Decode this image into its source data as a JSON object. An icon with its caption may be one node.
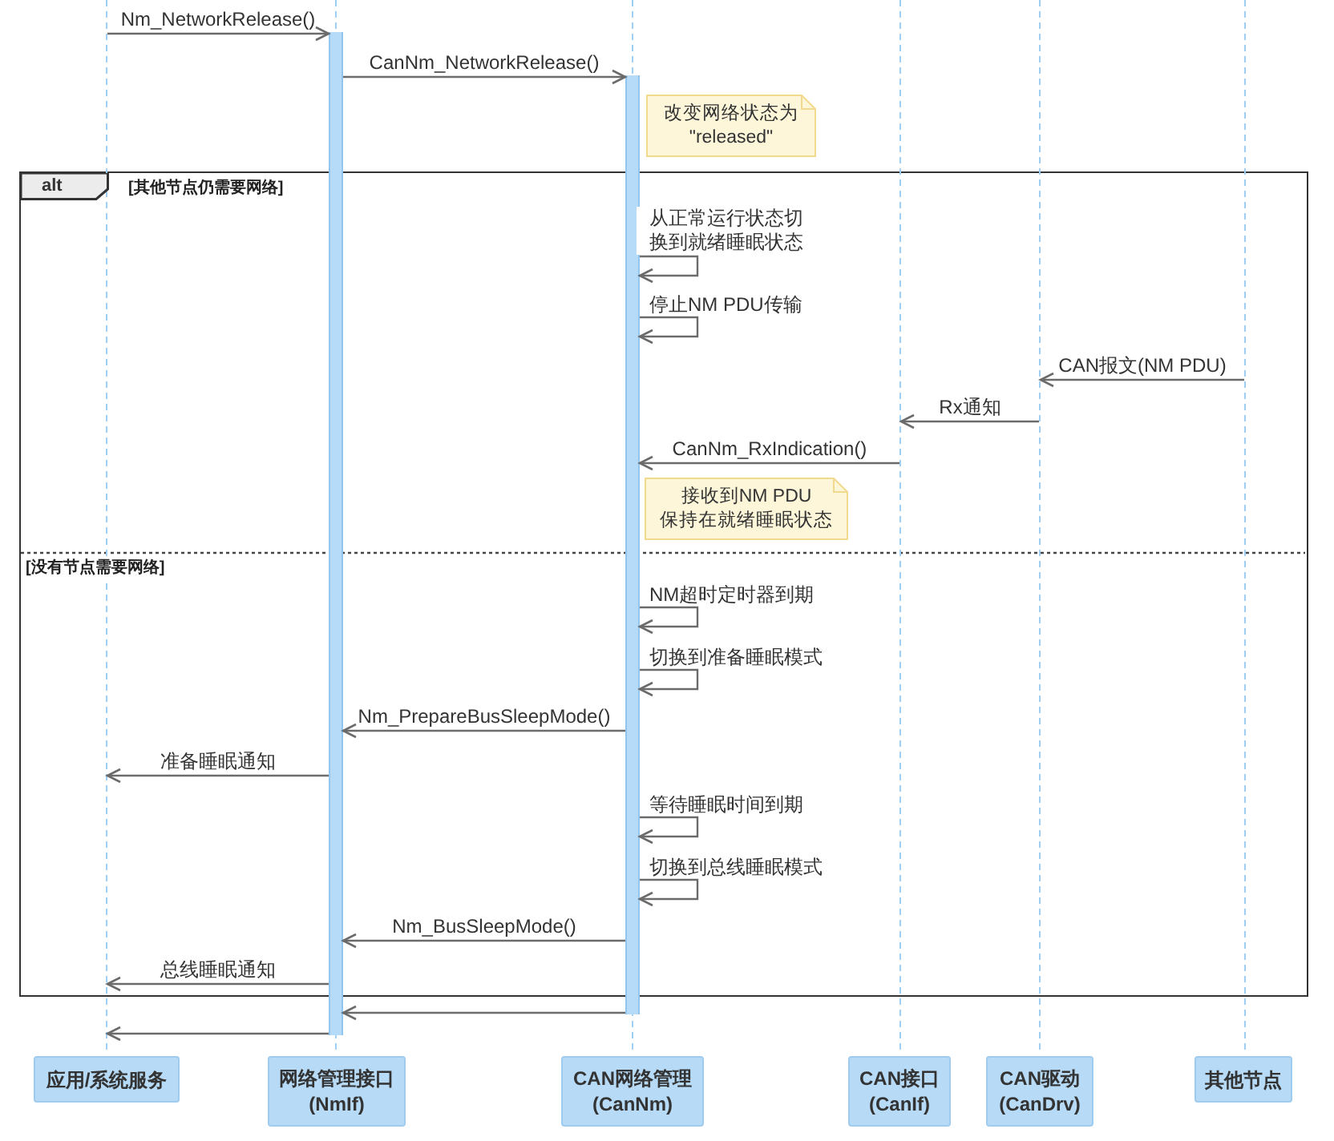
{
  "diagram": {
    "nodes": [
      {
        "text": [],
        "shape": "line"
      },
      {
        "text": [],
        "shape": "bar"
      },
      {
        "text": [],
        "shape": "bar"
      },
      {
        "text": [],
        "shape": "line"
      },
      {
        "text": [],
        "shape": "line"
      },
      {
        "text": [],
        "shape": "line"
      },
      {
        "text": [
          "改变网络状态为 \"released\""
        ]
      },
      {
        "text": [
          "alt",
          "[其他节点仍需要网络]",
          "[没有节点需要网络]"
        ]
      },
      {
        "text": [
          "接收到NM PDU 保持在就绪睡眠状态"
        ],
        "in": 7
      },
      {
        "text": [
          "应用/系统服务"
        ]
      },
      {
        "text": [
          "网络管理接口 (NmIf)"
        ]
      },
      {
        "text": [
          "CAN网络管理 (CanNm)"
        ]
      },
      {
        "text": [
          "CAN接口 (CanIf)"
        ]
      },
      {
        "text": [
          "CAN驱动 (CanDrv)"
        ]
      },
      {
        "text": [
          "其他节点"
        ]
      }
    ],
    "edges": [
      {
        "from": 0,
        "to": 1,
        "label": "Nm_NetworkRelease()",
        "arrow": "to"
      },
      {
        "from": 1,
        "to": 2,
        "label": "CanNm_NetworkRelease()",
        "arrow": "to"
      },
      {
        "from": 2,
        "to": 2,
        "label": "从正常运行状态切换到就绪睡眠状态",
        "arrow": "to"
      },
      {
        "from": 2,
        "to": 2,
        "label": "停止NM PDU传输",
        "arrow": "to"
      },
      {
        "from": 5,
        "to": 4,
        "label": "CAN报文(NM PDU)",
        "arrow": "to"
      },
      {
        "from": 4,
        "to": 3,
        "label": "Rx通知",
        "arrow": "to"
      },
      {
        "from": 3,
        "to": 2,
        "label": "CanNm_RxIndication()",
        "arrow": "to"
      },
      {
        "from": 2,
        "to": 2,
        "label": "NM超时定时器到期",
        "arrow": "to"
      },
      {
        "from": 2,
        "to": 2,
        "label": "切换到准备睡眠模式",
        "arrow": "to"
      },
      {
        "from": 2,
        "to": 1,
        "label": "Nm_PrepareBusSleepMode()",
        "arrow": "to"
      },
      {
        "from": 1,
        "to": 0,
        "label": "准备睡眠通知",
        "arrow": "to"
      },
      {
        "from": 2,
        "to": 2,
        "label": "等待睡眠时间到期",
        "arrow": "to"
      },
      {
        "from": 2,
        "to": 2,
        "label": "切换到总线睡眠模式",
        "arrow": "to"
      },
      {
        "from": 2,
        "to": 1,
        "label": "Nm_BusSleepMode()",
        "arrow": "to"
      },
      {
        "from": 1,
        "to": 0,
        "label": "总线睡眠通知",
        "arrow": "to"
      },
      {
        "from": 2,
        "to": 1,
        "arrow": "to"
      },
      {
        "from": 1,
        "to": 0,
        "arrow": "to"
      }
    ]
  }
}
